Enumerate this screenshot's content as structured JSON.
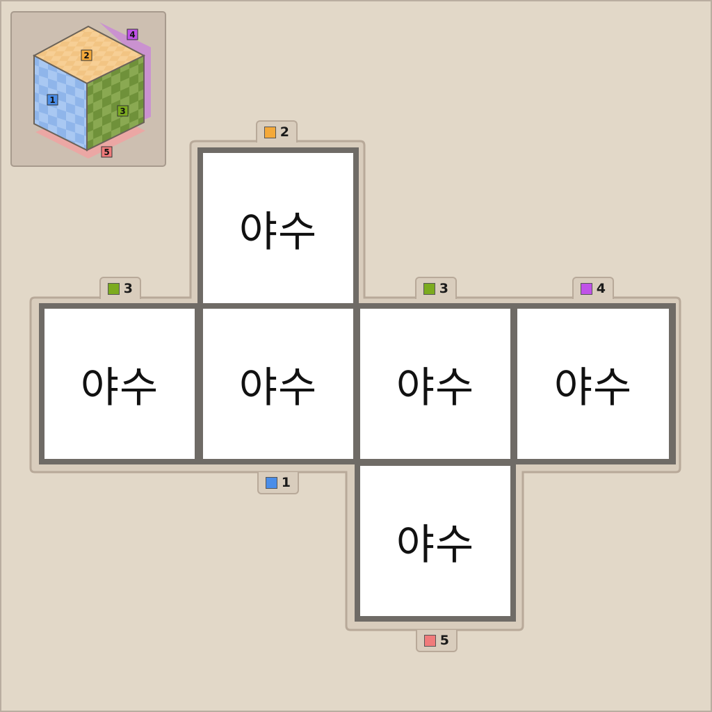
{
  "colors": {
    "background": "#e2d8c8",
    "tray": "#d9cdbd",
    "grid": "#6f6b66",
    "face1": "#4a8de8",
    "face2": "#f4a93a",
    "face3": "#7cab1f",
    "face4": "#c052e8",
    "face5": "#f07b7b"
  },
  "preview": {
    "labels": {
      "f1": "1",
      "f2": "2",
      "f3": "3",
      "f4": "4",
      "f5": "5"
    }
  },
  "net": {
    "cells": [
      {
        "text": "야수"
      },
      {
        "text": "야수"
      },
      {
        "text": "야수"
      },
      {
        "text": "야수"
      },
      {
        "text": "야수"
      },
      {
        "text": "야수"
      }
    ],
    "tags": [
      {
        "label": "2",
        "color": "#f4a93a"
      },
      {
        "label": "3",
        "color": "#7cab1f"
      },
      {
        "label": "3",
        "color": "#7cab1f"
      },
      {
        "label": "4",
        "color": "#c052e8"
      },
      {
        "label": "1",
        "color": "#4a8de8"
      },
      {
        "label": "5",
        "color": "#f07b7b"
      }
    ]
  }
}
